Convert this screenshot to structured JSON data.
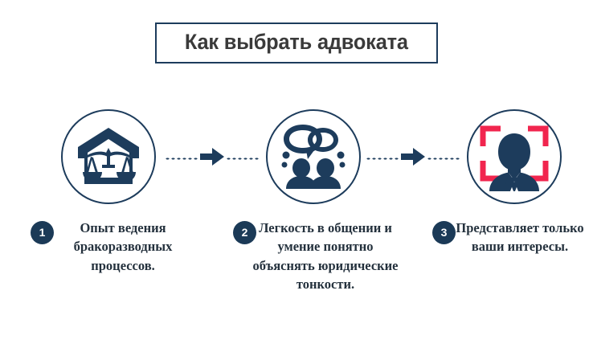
{
  "header": {
    "title": "Как выбрать адвоката"
  },
  "colors": {
    "navy": "#1d3c5c",
    "badge_navy": "#1b3a57",
    "title_text": "#3a3a3a",
    "body_text": "#24313d",
    "accent_red": "#f1254e",
    "background": "#ffffff"
  },
  "steps": [
    {
      "number": "1",
      "icon": "courthouse-scales-icon",
      "text": "Опыт ведения бракоразводных процессов."
    },
    {
      "number": "2",
      "icon": "people-speech-bubbles-icon",
      "text": "Легкость в общении и умение понятно объяснять юридические тонкости."
    },
    {
      "number": "3",
      "icon": "lawyer-portrait-focus-icon",
      "text": "Представляет только ваши интересы."
    }
  ],
  "connectors": [
    {
      "icon": "arrow-right-icon"
    },
    {
      "icon": "arrow-right-icon"
    }
  ]
}
